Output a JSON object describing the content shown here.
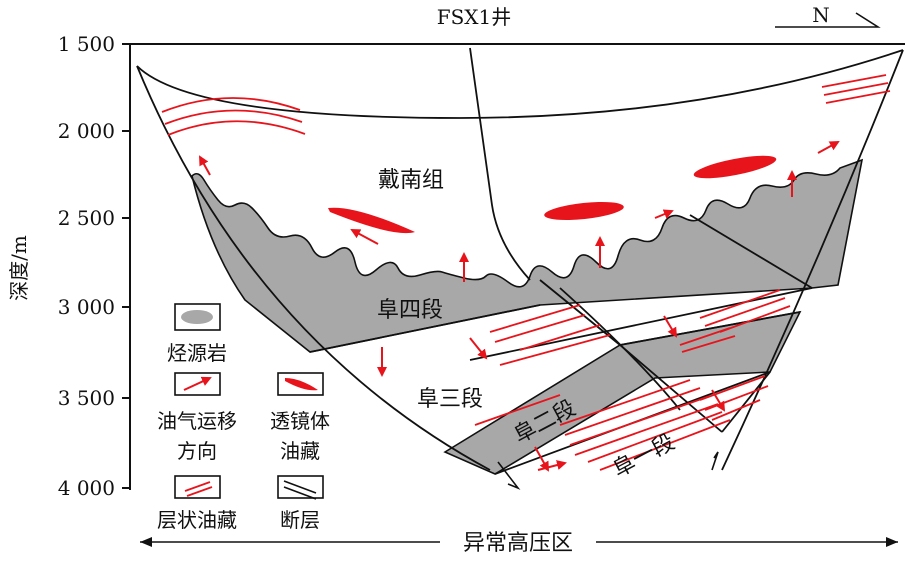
{
  "well_label": "FSX1井",
  "north_label": "N",
  "y_axis": {
    "label": "深度/m",
    "ticks": [
      "1 500",
      "2 000",
      "2 500",
      "3 000",
      "3 500",
      "4 000"
    ]
  },
  "formations": {
    "dainan": "戴南组",
    "fu4": "阜四段",
    "fu3": "阜三段",
    "fu2": "阜二段",
    "fu1": "阜一段"
  },
  "legend": {
    "source_rock": "烃源岩",
    "migration_line1": "油气运移",
    "migration_line2": "方向",
    "lens_line1": "透镜体",
    "lens_line2": "油藏",
    "layered": "层状油藏",
    "fault": "断层"
  },
  "bottom_label": "异常高压区",
  "colors": {
    "red": "#e8141c",
    "gray": "#a8a8a8",
    "line": "#111111"
  }
}
